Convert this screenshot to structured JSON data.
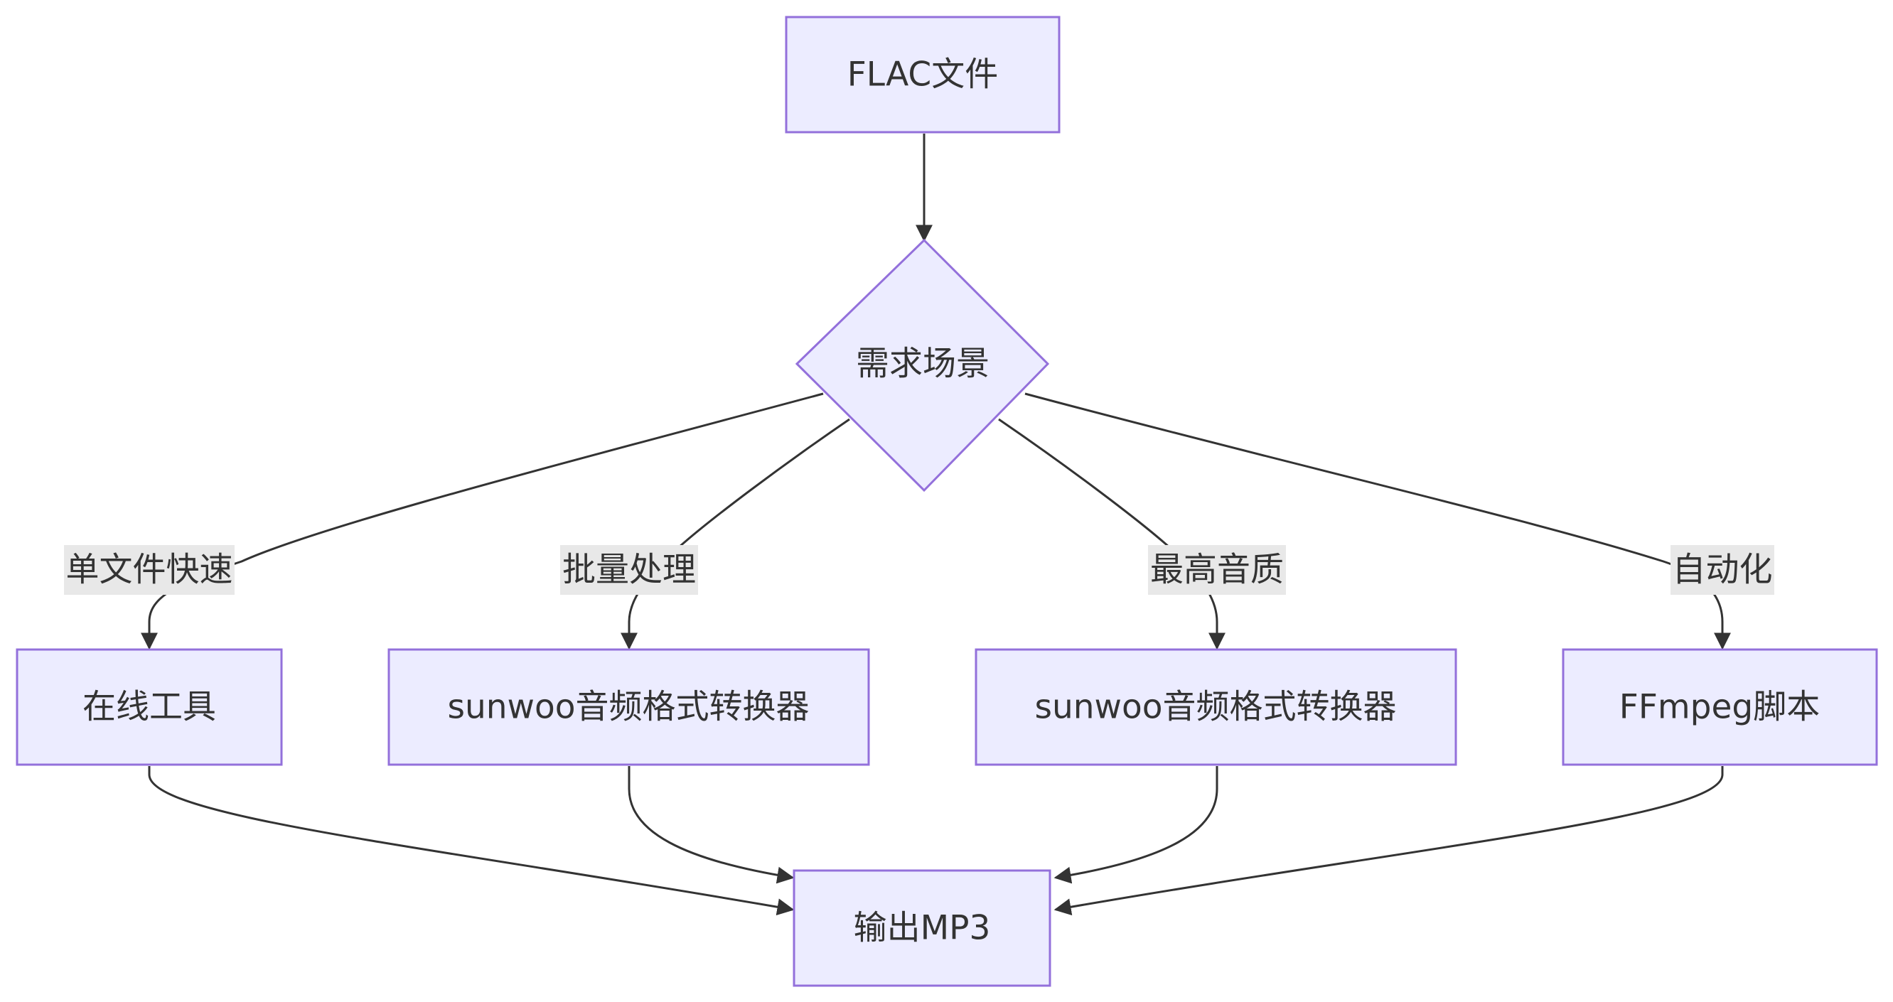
{
  "colors": {
    "node_fill": "#ececff",
    "node_stroke": "#9370db",
    "edge": "#333333",
    "label_bg": "#e8e8e8",
    "text": "#333333"
  },
  "nodes": {
    "start": "FLAC文件",
    "decision": "需求场景",
    "online_tool": "在线工具",
    "sunwoo_batch": "sunwoo音频格式转换器",
    "sunwoo_quality": "sunwoo音频格式转换器",
    "ffmpeg": "FFmpeg脚本",
    "output": "输出MP3"
  },
  "edge_labels": {
    "single_fast": "单文件快速",
    "batch": "批量处理",
    "best_quality": "最高音质",
    "automation": "自动化"
  }
}
